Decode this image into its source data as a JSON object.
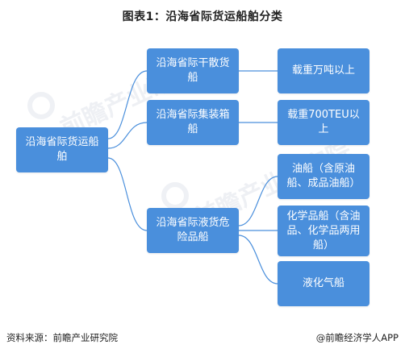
{
  "title": "图表1：沿海省际货运船舶分类",
  "watermark": {
    "brand": "前瞻产业研究院"
  },
  "nodes": {
    "root": "沿海省际货运船舶",
    "dry_bulk": "沿海省际干散货船",
    "container": "沿海省际集装箱船",
    "liquid_danger": "沿海省际液货危险品船",
    "dry_bulk_spec": "载重万吨以上",
    "container_spec": "载重700TEU以上",
    "oil": "油船（含原油船、成品油船）",
    "chemical": "化学品船（含油品、化学品两用船）",
    "lng": "液化气船"
  },
  "footer": {
    "source": "资料来源：前瞻产业研究院",
    "credit": "@前瞻经济学人APP"
  }
}
